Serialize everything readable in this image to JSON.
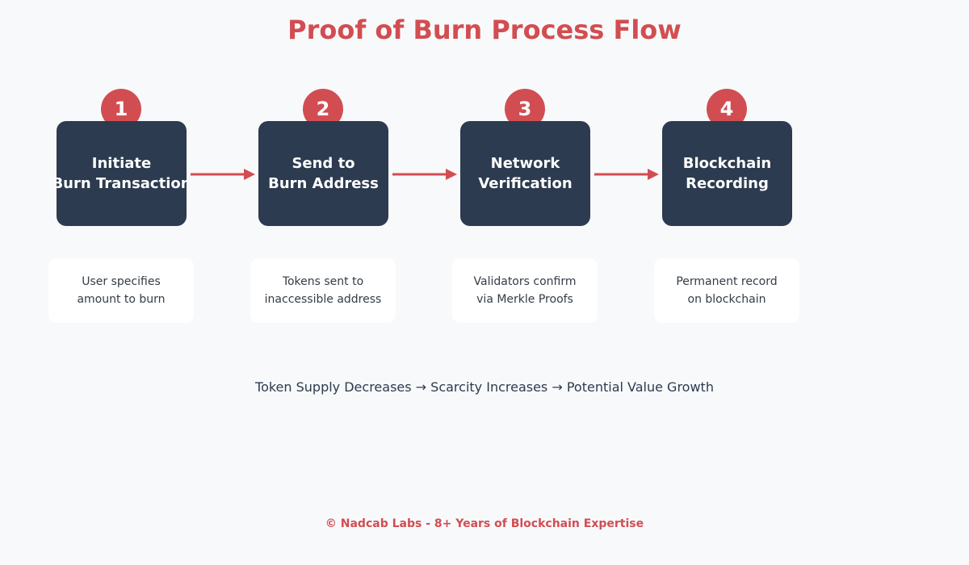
{
  "title": "Proof of Burn Process Flow",
  "steps": [
    {
      "number": "1",
      "line1": "Initiate",
      "line2": "Burn Transaction",
      "desc1": "User specifies",
      "desc2": "amount to burn"
    },
    {
      "number": "2",
      "line1": "Send to",
      "line2": "Burn Address",
      "desc1": "Tokens sent to",
      "desc2": "inaccessible address"
    },
    {
      "number": "3",
      "line1": "Network",
      "line2": "Verification",
      "desc1": "Validators confirm",
      "desc2": "via Merkle Proofs"
    },
    {
      "number": "4",
      "line1": "Blockchain",
      "line2": "Recording",
      "desc1": "Permanent record",
      "desc2": "on blockchain"
    }
  ],
  "summary": "Token Supply Decreases → Scarcity Increases → Potential Value Growth",
  "footer": "© Nadcab Labs - 8+ Years of Blockchain Expertise",
  "colors": {
    "accent": "#d24d51",
    "box": "#2c3b4f",
    "background": "#f8f9fb"
  }
}
